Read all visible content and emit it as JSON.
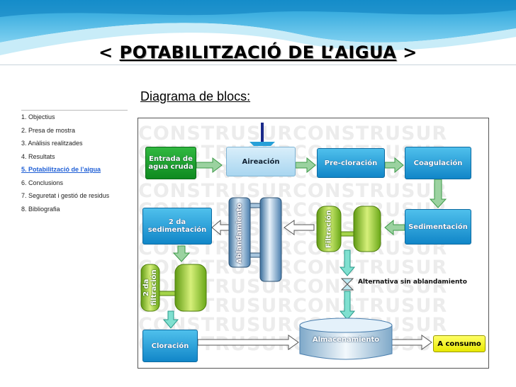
{
  "header": {
    "left_bracket": "<",
    "title": "POTABILITZACIÓ DE L’AIGUA",
    "right_bracket": ">"
  },
  "subtitle": "Diagrama de blocs:",
  "sidebar": {
    "items": [
      {
        "label": "1. Objectius"
      },
      {
        "label": "2. Presa de mostra"
      },
      {
        "label": "3. Anàlisis realitzades"
      },
      {
        "label": "4. Resultats"
      },
      {
        "label": "5. Potabilització de l’aigua",
        "active": true
      },
      {
        "label": "6. Conclusions"
      },
      {
        "label": "7. Seguretat i gestió de residus"
      },
      {
        "label": "8. Bibliografia"
      }
    ]
  },
  "diagram": {
    "watermark": "CONSTRUSURCONSTRUSUR",
    "entrada": "Entrada de agua cruda",
    "aireacion": "Aireación",
    "precloracion": "Pre-cloración",
    "coagulacion": "Coagulación",
    "sedimentacion": "Sedimentación",
    "filtracion": "Filtración",
    "ablandamiento": "Ablandamiento",
    "sedimentacion2": "2 da sedimentación",
    "filtracion2": "2 da filtración",
    "alternativa": "Alternativa sin ablandamiento",
    "cloracion": "Cloración",
    "almacenamiento": "Almacenamiento",
    "consumo": "A consumo"
  },
  "colors": {
    "green": "#1ea62e",
    "blue": "#1b9ad8",
    "yellow": "#f2f200",
    "link_active": "#1f5fd6"
  }
}
